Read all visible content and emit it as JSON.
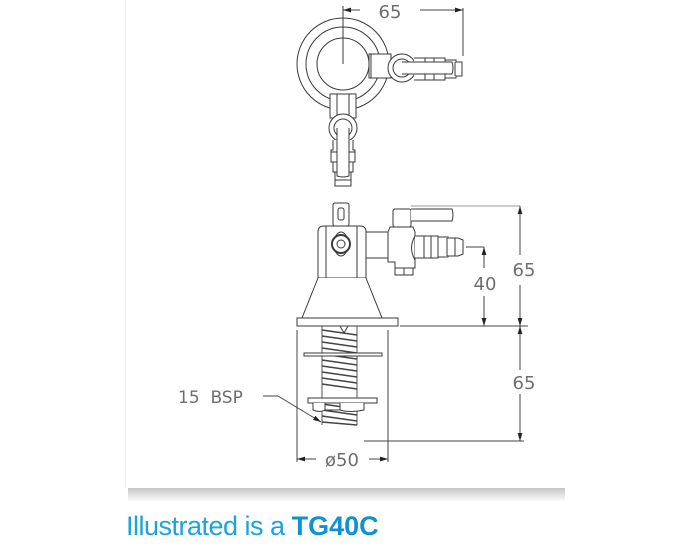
{
  "diagram": {
    "title": "Technical drawing of laboratory gas tap (top view and side elevation)",
    "top_view": {
      "dimension_width": "65"
    },
    "side_view": {
      "dimension_upper_height": "65",
      "dimension_outlet_height": "40",
      "dimension_lower_height": "65",
      "dimension_base_diameter": "ø50",
      "thread_label": "15  BSP"
    },
    "line_color": "#3a3a3a",
    "dimension_color": "#6e6e6e"
  },
  "caption": {
    "prefix": "Illustrated is a ",
    "model": "TG40C",
    "color": "#1aa3dc"
  }
}
